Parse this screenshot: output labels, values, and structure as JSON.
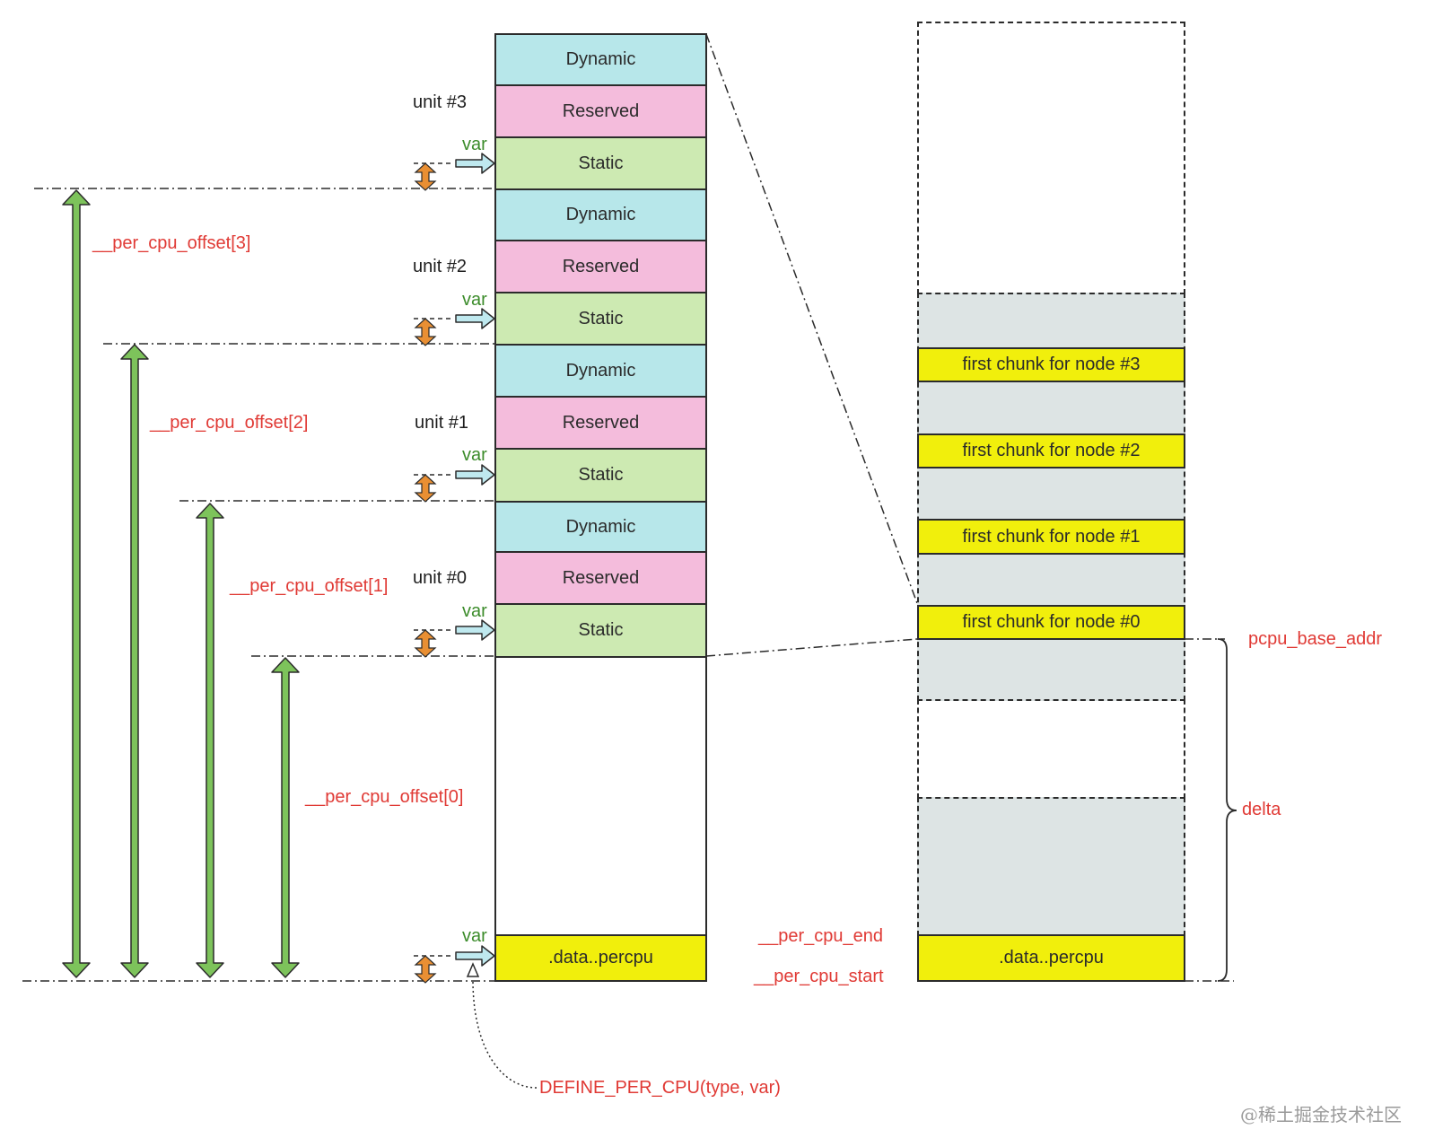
{
  "units": [
    {
      "label": "unit #3",
      "dynamic": "Dynamic",
      "reserved": "Reserved",
      "static": "Static",
      "var": "var"
    },
    {
      "label": "unit #2",
      "dynamic": "Dynamic",
      "reserved": "Reserved",
      "static": "Static",
      "var": "var"
    },
    {
      "label": "unit #1",
      "dynamic": "Dynamic",
      "reserved": "Reserved",
      "static": "Static",
      "var": "var"
    },
    {
      "label": "unit #0",
      "dynamic": "Dynamic",
      "reserved": "Reserved",
      "static": "Static",
      "var": "var"
    }
  ],
  "offsets": [
    "__per_cpu_offset[3]",
    "__per_cpu_offset[2]",
    "__per_cpu_offset[1]",
    "__per_cpu_offset[0]"
  ],
  "data_percpu": {
    "left": ".data..percpu",
    "right": ".data..percpu",
    "var": "var"
  },
  "symbols": {
    "per_cpu_end": "__per_cpu_end",
    "per_cpu_start": "__per_cpu_start",
    "pcpu_base_addr": "pcpu_base_addr",
    "delta": "delta",
    "define_per_cpu": "DEFINE_PER_CPU(type, var)"
  },
  "chunks": [
    "first chunk for node #3",
    "first chunk for node #2",
    "first chunk for node #1",
    "first chunk for node #0"
  ],
  "watermark": "@稀土掘金技术社区",
  "colors": {
    "dynamic": "#b7e7ea",
    "reserved": "#f4bcdc",
    "static": "#cdeab2",
    "highlight": "#f1ef0c",
    "gray_region": "#dde4e4",
    "green_arrow": "#7dc35b",
    "orange_arrow": "#e98f33",
    "cyan_arrow": "#bfe9ef",
    "red_text": "#e03a35"
  }
}
